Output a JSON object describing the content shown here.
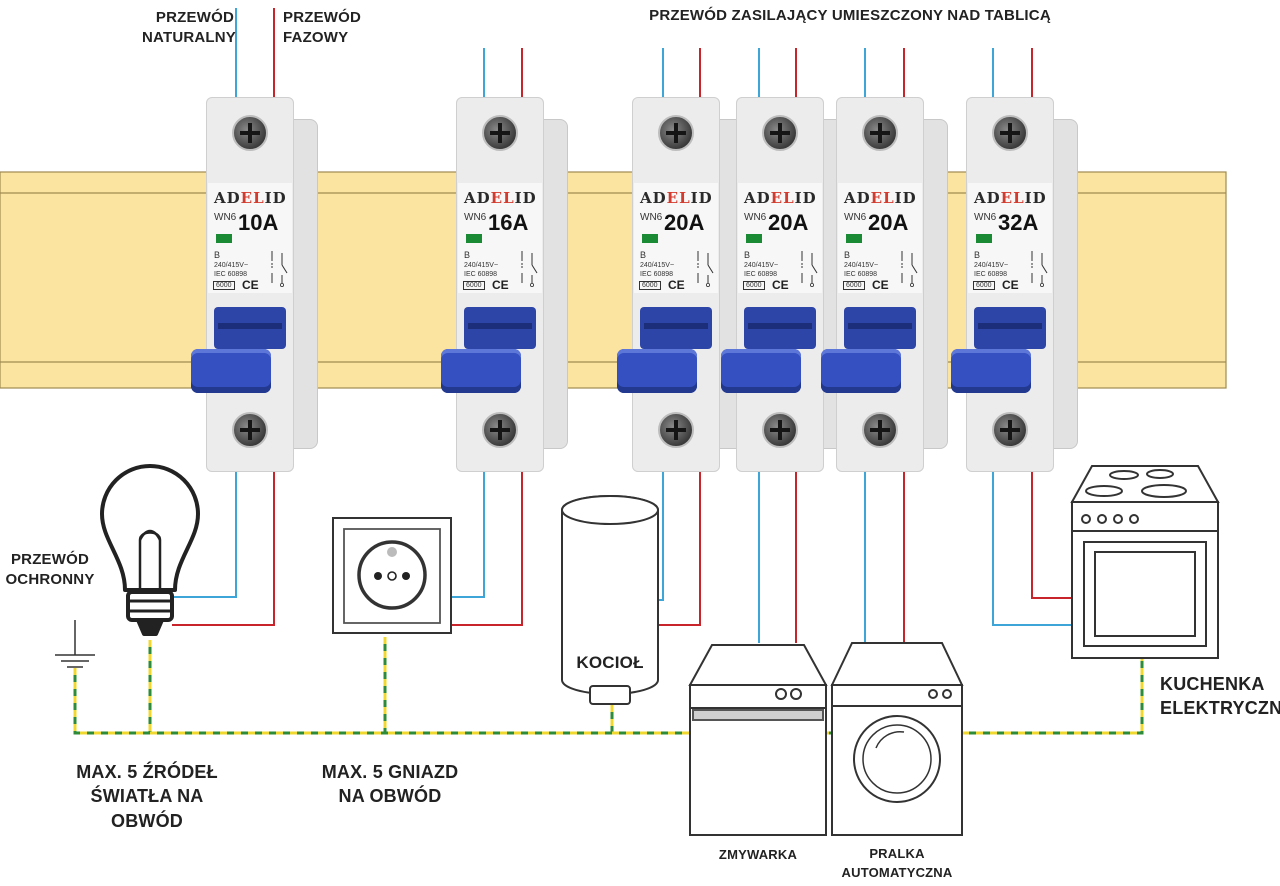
{
  "colors": {
    "rail": "#fbe3a0",
    "rail_edge": "#a08a50",
    "neutral_wire": "#3da5d8",
    "phase_wire": "#c8242b",
    "earth_wire_green": "#2e8b3a",
    "earth_wire_yellow": "#f0d830",
    "handle_blue": "#3550c0",
    "indicator_green": "#1b8a35"
  },
  "labels": {
    "neutral_wire": "PRZEWÓD\nNATURALNY",
    "phase_wire": "PRZEWÓD\nFAZOWY",
    "supply_wire": "PRZEWÓD ZASILAJĄCY UMIESZCZONY NAD TABLICĄ",
    "protective_wire": "PRZEWÓD\nOCHRONNY",
    "lights_max": "MAX. 5 ŹRÓDEŁ\nŚWIATŁA NA\nOBWÓD",
    "sockets_max": "MAX. 5 GNIAZD\nNA OBWÓD",
    "boiler": "KOCIOŁ",
    "dishwasher": "ZMYWARKA",
    "washer": "PRALKA\nAUTOMATYCZNA",
    "stove": "KUCHENKA\nELEKTRYCZNA"
  },
  "breakers": [
    {
      "id": "b10",
      "brand_pre": "AD",
      "brand_mid": "EL",
      "brand_post": "ID",
      "model": "WN6",
      "rating": "10A",
      "curve": "B",
      "voltage": "240/415V~",
      "standard": "IEC 60898",
      "capacity": "6000",
      "ce": "CE",
      "terminals": "1  2"
    },
    {
      "id": "b16",
      "brand_pre": "AD",
      "brand_mid": "EL",
      "brand_post": "ID",
      "model": "WN6",
      "rating": "16A",
      "curve": "B",
      "voltage": "240/415V~",
      "standard": "IEC 60898",
      "capacity": "6000",
      "ce": "CE",
      "terminals": "1  2"
    },
    {
      "id": "b20a",
      "brand_pre": "AD",
      "brand_mid": "EL",
      "brand_post": "ID",
      "model": "WN6",
      "rating": "20A",
      "curve": "B",
      "voltage": "240/415V~",
      "standard": "IEC 60898",
      "capacity": "6000",
      "ce": "CE",
      "terminals": "1  2"
    },
    {
      "id": "b20b",
      "brand_pre": "AD",
      "brand_mid": "EL",
      "brand_post": "ID",
      "model": "WN6",
      "rating": "20A",
      "curve": "B",
      "voltage": "240/415V~",
      "standard": "IEC 60898",
      "capacity": "6000",
      "ce": "CE",
      "terminals": "1  2"
    },
    {
      "id": "b20c",
      "brand_pre": "AD",
      "brand_mid": "EL",
      "brand_post": "ID",
      "model": "WN6",
      "rating": "20A",
      "curve": "B",
      "voltage": "240/415V~",
      "standard": "IEC 60898",
      "capacity": "6000",
      "ce": "CE",
      "terminals": "1  2"
    },
    {
      "id": "b32",
      "brand_pre": "AD",
      "brand_mid": "EL",
      "brand_post": "ID",
      "model": "WN6",
      "rating": "32A",
      "curve": "B",
      "voltage": "240/415V~",
      "standard": "IEC 60898",
      "capacity": "6000",
      "ce": "CE",
      "terminals": "1  2"
    }
  ],
  "icons": {
    "light": "light-bulb-icon",
    "socket": "power-socket-icon",
    "boiler": "boiler-icon",
    "dishwasher": "dishwasher-icon",
    "washer": "washing-machine-icon",
    "stove": "electric-stove-icon",
    "earth": "ground-symbol-icon"
  }
}
